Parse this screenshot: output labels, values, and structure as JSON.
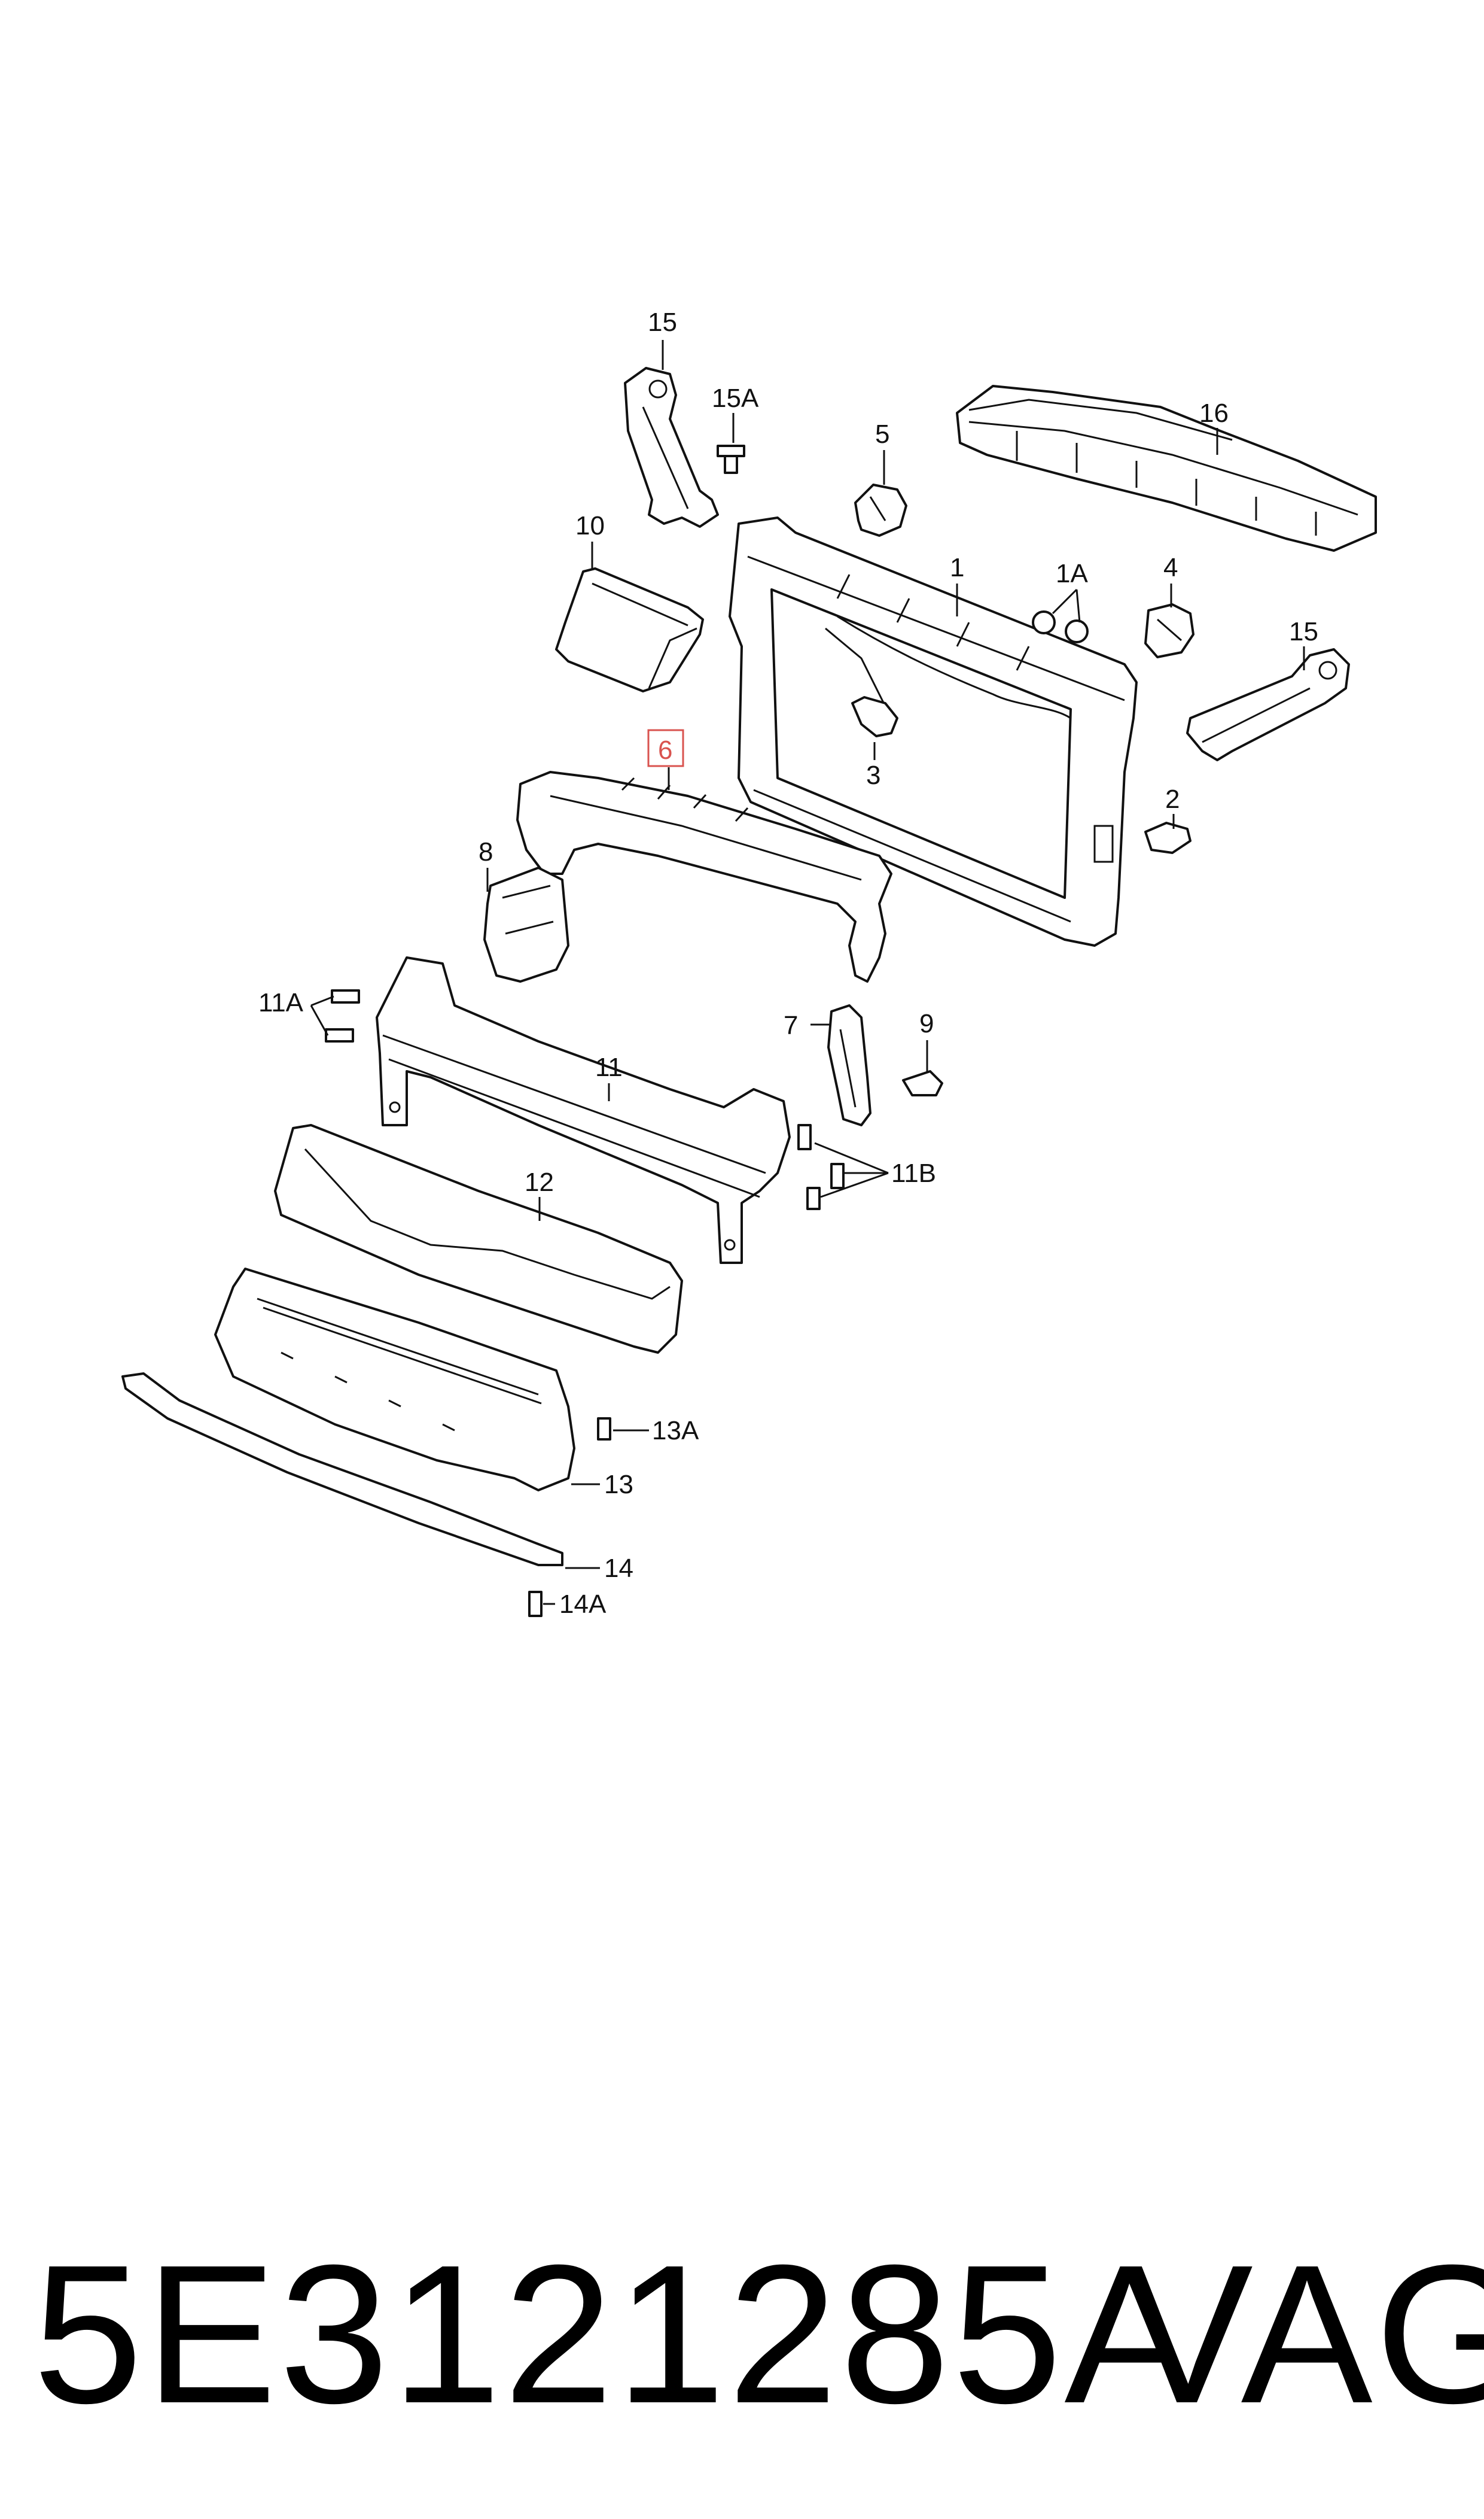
{
  "callouts": {
    "c1": "1",
    "c1A": "1A",
    "c2": "2",
    "c3": "3",
    "c4": "4",
    "c5": "5",
    "c6": "6",
    "c7": "7",
    "c8": "8",
    "c9": "9",
    "c10": "10",
    "c11": "11",
    "c11A": "11A",
    "c11B": "11B",
    "c12": "12",
    "c13": "13",
    "c13A": "13A",
    "c14": "14",
    "c14A": "14A",
    "c15a": "15",
    "c15b": "15",
    "c15A": "15A",
    "c16": "16"
  },
  "highlight_color": "#d9534f",
  "footer": {
    "part_number": "5E3121285A",
    "brand": "VAG"
  }
}
